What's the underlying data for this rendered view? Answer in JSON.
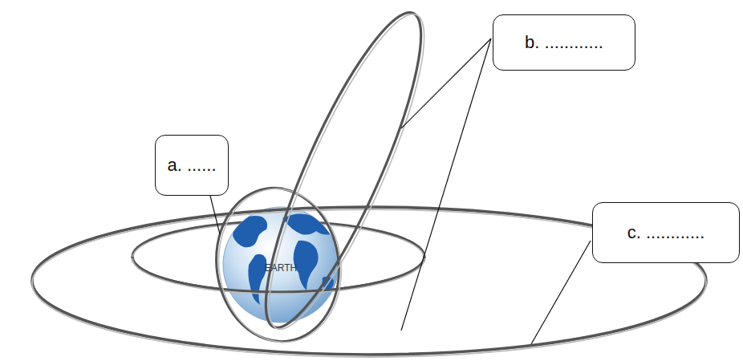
{
  "diagram": {
    "nodes": [
      {
        "text": [
          "a. ......"
        ]
      },
      {
        "text": [
          "b. ............"
        ]
      },
      {
        "text": [
          "c. ............"
        ]
      }
    ],
    "labels": [
      "EARTH"
    ]
  }
}
